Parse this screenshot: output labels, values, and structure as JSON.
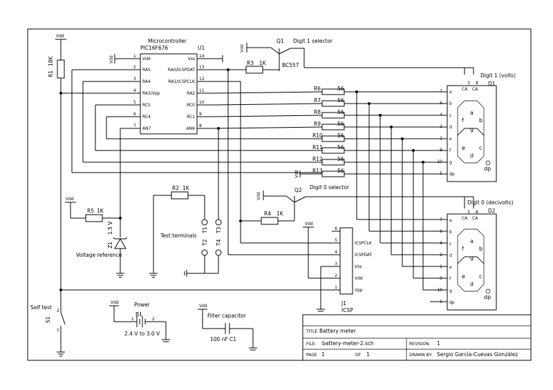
{
  "title_block": {
    "title_label": "TITLE",
    "title": "Battery meter",
    "file_label": "FILE:",
    "file": "battery-meter-2.sch",
    "revision_label": "REVISION",
    "revision": "1",
    "page_label": "PAGE",
    "page": "1",
    "of_label": "OF",
    "of": "1",
    "drawn_label": "DRAWN BY:",
    "drawn_by": "Sergio García-Cuevas González"
  },
  "mcu": {
    "heading": "Microcontroller",
    "part": "PIC16F676",
    "ref": "U1",
    "left_pins": [
      {
        "num": "1",
        "name": "Vdd"
      },
      {
        "num": "2",
        "name": "RA5"
      },
      {
        "num": "3",
        "name": "RA4"
      },
      {
        "num": "4",
        "name": "RA3/Vpp"
      },
      {
        "num": "5",
        "name": "RC5"
      },
      {
        "num": "6",
        "name": "RC4"
      },
      {
        "num": "7",
        "name": "AN7"
      }
    ],
    "right_pins": [
      {
        "num": "14",
        "name": "Vss"
      },
      {
        "num": "13",
        "name": "RA0/ICSPDAT"
      },
      {
        "num": "12",
        "name": "RA1/ICSPCLK"
      },
      {
        "num": "11",
        "name": "RA2"
      },
      {
        "num": "10",
        "name": "RC0"
      },
      {
        "num": "9",
        "name": "RC1"
      },
      {
        "num": "8",
        "name": "AN6"
      }
    ]
  },
  "q1": {
    "ref": "Q1",
    "note": "Digit 1 selector",
    "part": "BC557"
  },
  "q2": {
    "ref": "Q2",
    "note": "Digit 0 selector"
  },
  "r1": {
    "ref": "R1",
    "value": "18K"
  },
  "r2": {
    "ref": "R2",
    "value": "1K"
  },
  "r3": {
    "ref": "R3",
    "value": "1K"
  },
  "r4": {
    "ref": "R4",
    "value": "1K"
  },
  "r5": {
    "ref": "R5",
    "value": "1K"
  },
  "seg_resistors": [
    {
      "ref": "R6",
      "value": "56"
    },
    {
      "ref": "R7",
      "value": "56"
    },
    {
      "ref": "R8",
      "value": "56"
    },
    {
      "ref": "R9",
      "value": "56"
    },
    {
      "ref": "R10",
      "value": "56"
    },
    {
      "ref": "R11",
      "value": "56"
    },
    {
      "ref": "R12",
      "value": "56"
    },
    {
      "ref": "R13",
      "value": "56"
    }
  ],
  "zener": {
    "ref": "Z1",
    "value": "1.5 V",
    "note": "Voltage reference"
  },
  "test_terminals": {
    "label": "Test terminals",
    "names": [
      "T1",
      "T3",
      "T2",
      "T4"
    ]
  },
  "display1": {
    "note": "Digit 1 (volts)",
    "ref": "D1"
  },
  "display0": {
    "note": "Digit 0 (decivolts)",
    "ref": "D2"
  },
  "display_pins": {
    "ca": "CA",
    "top_pin_a": "3",
    "top_pin_b": "8",
    "left_pins": [
      {
        "num": "7",
        "seg": "a"
      },
      {
        "num": "6",
        "seg": "b"
      },
      {
        "num": "4",
        "seg": "c"
      },
      {
        "num": "2",
        "seg": "d"
      },
      {
        "num": "1",
        "seg": "e"
      },
      {
        "num": "9",
        "seg": "f"
      },
      {
        "num": "10",
        "seg": "g"
      },
      {
        "num": "5",
        "seg": "dp"
      }
    ],
    "inner": {
      "a": "a",
      "b": "b",
      "c": "c",
      "d": "d",
      "e": "e",
      "f": "f",
      "g": "g",
      "dp": "dp"
    }
  },
  "icsp": {
    "ref": "J1",
    "label": "ICSP",
    "pins": [
      {
        "num": "6",
        "name": ""
      },
      {
        "num": "5",
        "name": "ICSPCLK"
      },
      {
        "num": "4",
        "name": "ICSPDAT"
      },
      {
        "num": "3",
        "name": "Vss"
      },
      {
        "num": "2",
        "name": "Vdd"
      },
      {
        "num": "1",
        "name": "Vpp"
      }
    ]
  },
  "power": {
    "heading": "Power",
    "ref": "B1",
    "range": "2.4 V to 3.0 V",
    "pin1": "1",
    "pin2": "2"
  },
  "filter_cap": {
    "heading": "Filter capacitor",
    "value": "100 nF",
    "ref": "C1"
  },
  "self_test": {
    "label": "Self test",
    "ref": "S1",
    "pin1": "1",
    "pin2": "2"
  },
  "vdd_label": "Vdd"
}
